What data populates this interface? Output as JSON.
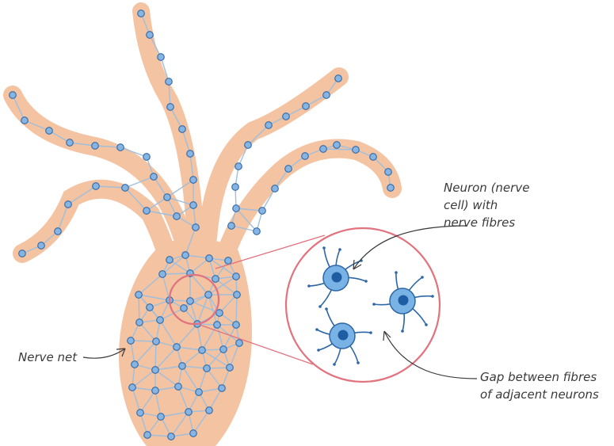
{
  "labels": {
    "neuron": [
      "Neuron (nerve",
      "cell) with",
      "nerve fibres"
    ],
    "gap": [
      "Gap between fibres",
      "of adjacent neurons"
    ],
    "nerve_net": "Nerve net"
  },
  "colors": {
    "body_fill": "#f4c3a2",
    "net_line": "#9fbfdc",
    "node_fill": "#86b4e3",
    "node_stroke": "#2e67a5",
    "highlight": "#e2727e",
    "neuron_fill": "#79b3e6",
    "neuron_nucleus": "#1f5da3",
    "label_text": "#3a3a3a"
  }
}
